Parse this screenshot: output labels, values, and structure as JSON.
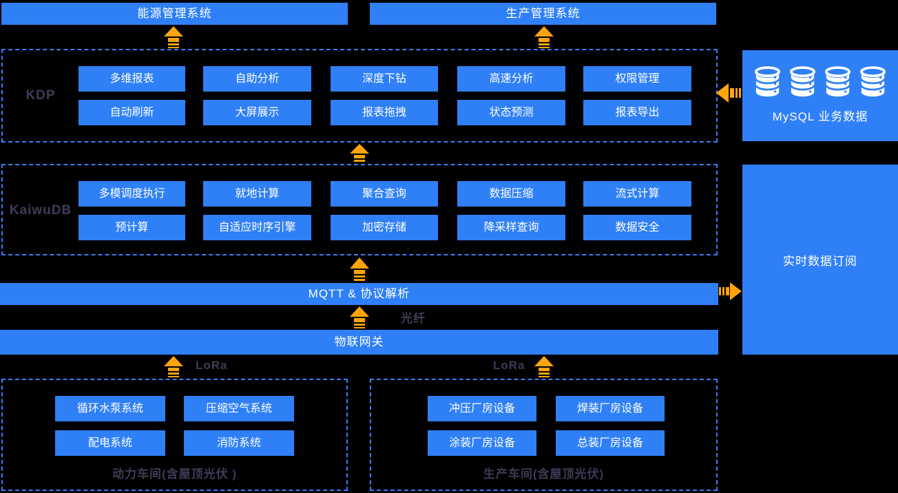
{
  "colors": {
    "blue": "#2F80F7",
    "orange": "#FFA40D",
    "dark_label": "#423A58"
  },
  "top_systems": {
    "energy": "能源管理系统",
    "production": "生产管理系统"
  },
  "kdp": {
    "label": "KDP",
    "items": [
      "多维报表",
      "自助分析",
      "深度下钻",
      "高速分析",
      "权限管理",
      "自动刷新",
      "大屏展示",
      "报表拖拽",
      "状态预测",
      "报表导出"
    ]
  },
  "mysql": {
    "label": "MySQL 业务数据"
  },
  "kaiwudb": {
    "label": "KaiwuDB",
    "items": [
      "多模调度执行",
      "就地计算",
      "聚合查询",
      "数据压缩",
      "流式计算",
      "预计算",
      "自适应时序引擎",
      "加密存储",
      "降采样查询",
      "数据安全"
    ]
  },
  "realtime": {
    "label": "实时数据订阅"
  },
  "mqtt_bar": {
    "label": "MQTT & 协议解析"
  },
  "gateway_bar": {
    "label": "物联网关"
  },
  "links": {
    "fiber": "光纤",
    "lora_left": "LoRa",
    "lora_right": "LoRa"
  },
  "power_workshop": {
    "caption": "动力车间(含屋顶光伏 )",
    "items": [
      "循环水泵系统",
      "压缩空气系统",
      "配电系统",
      "消防系统"
    ]
  },
  "production_workshop": {
    "caption": "生产车间(含屋顶光伏)",
    "items": [
      "冲压厂房设备",
      "焊装厂房设备",
      "涂装厂房设备",
      "总装厂房设备"
    ]
  }
}
